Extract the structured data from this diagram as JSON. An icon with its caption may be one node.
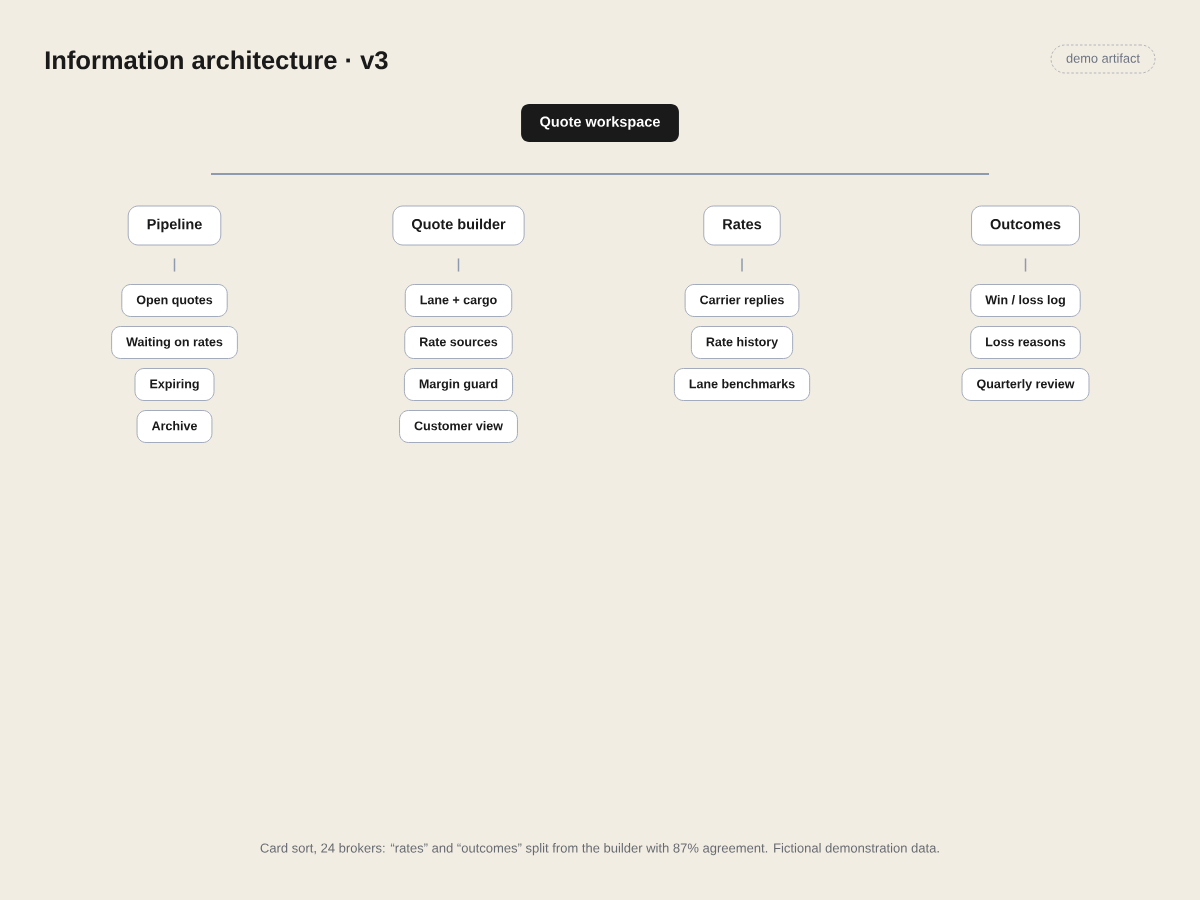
{
  "diagram": {
    "title": "Information architecture · v3",
    "caption": "Card sort, 24 brokers: “rates” and “outcomes” split from the builder with 87% agreement. Fictional demonstration data.",
    "nodes": [
      {
        "text": [
          "demo artifact"
        ]
      },
      {
        "text": [
          "Quote workspace"
        ]
      },
      {
        "text": [
          "Pipeline"
        ]
      },
      {
        "text": [
          "Quote builder"
        ]
      },
      {
        "text": [
          "Rates"
        ]
      },
      {
        "text": [
          "Outcomes"
        ]
      },
      {
        "text": [
          "Open quotes"
        ]
      },
      {
        "text": [
          "Waiting on rates"
        ]
      },
      {
        "text": [
          "Expiring"
        ]
      },
      {
        "text": [
          "Archive"
        ]
      },
      {
        "text": [
          "Lane + cargo"
        ]
      },
      {
        "text": [
          "Rate sources"
        ]
      },
      {
        "text": [
          "Margin guard"
        ]
      },
      {
        "text": [
          "Customer view"
        ]
      },
      {
        "text": [
          "Carrier replies"
        ]
      },
      {
        "text": [
          "Rate history"
        ]
      },
      {
        "text": [
          "Lane benchmarks"
        ]
      },
      {
        "text": [
          "Win / loss log"
        ]
      },
      {
        "text": [
          "Loss reasons"
        ]
      },
      {
        "text": [
          "Quarterly review"
        ]
      }
    ],
    "edges": [
      {
        "from": 2,
        "to": 6,
        "arrow": "none"
      },
      {
        "from": 3,
        "to": 10,
        "arrow": "none"
      },
      {
        "from": 4,
        "to": 14,
        "arrow": "none"
      },
      {
        "from": 5,
        "to": 17,
        "arrow": "none"
      }
    ]
  }
}
